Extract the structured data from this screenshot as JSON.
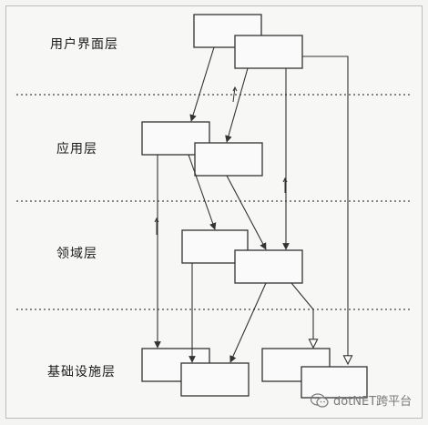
{
  "layers": [
    {
      "label": "用户界面层"
    },
    {
      "label": "应用层"
    },
    {
      "label": "领域层"
    },
    {
      "label": "基础设施层"
    }
  ],
  "watermark": {
    "text": "dotNET跨平台",
    "icon": "wechat-icon"
  },
  "colors": {
    "line": "#333333",
    "separator": "#444444",
    "box_fill": "#fafafa",
    "background": "#f4f4f2"
  }
}
